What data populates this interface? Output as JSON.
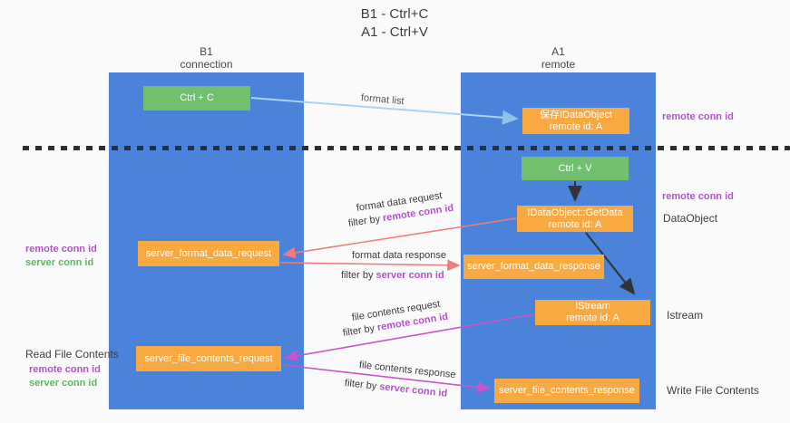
{
  "title": {
    "line1": "B1 - Ctrl+C",
    "line2": "A1 - Ctrl+V"
  },
  "lifelines": {
    "b1": {
      "name": "B1",
      "subtitle": "connection"
    },
    "a1": {
      "name": "A1",
      "subtitle": "remote"
    }
  },
  "boxes": {
    "ctrl_c": "Ctrl + C",
    "ctrl_v": "Ctrl + V",
    "save_idataobject": {
      "line1": "保存IDataObject",
      "line2": "remote id: A"
    },
    "getdata": {
      "line1": "IDataObject::GetData",
      "line2": "remote id: A"
    },
    "istream": {
      "line1": "IStream",
      "line2": "remote id: A"
    },
    "format_request": "server_format_data_request",
    "format_response": "server_format_data_response",
    "file_request": "server_file_contents_request",
    "file_response": "server_file_contents_response"
  },
  "arrow_labels": {
    "format_list": "format list",
    "format_data_request": "format data request",
    "format_data_request_filter": {
      "prefix": "filter by ",
      "value": "remote conn id"
    },
    "format_data_response": "format data response",
    "format_data_response_filter": {
      "prefix": "filter by ",
      "value": "server conn id"
    },
    "file_contents_request": "file contents request",
    "file_contents_request_filter": {
      "prefix": "filter by ",
      "value": "remote conn id"
    },
    "file_contents_response": "file contents response",
    "file_contents_response_filter": {
      "prefix": "filter by ",
      "value": "server conn id"
    }
  },
  "annotations": {
    "right_remote_conn_id_1": "remote conn id",
    "right_remote_conn_id_2": "remote conn id",
    "right_dataobject": "DataObject",
    "right_istream": "Istream",
    "right_write_file_contents": "Write File Contents",
    "left_read_file_contents": "Read File Contents",
    "left_remote_conn_id_1": "remote conn id",
    "left_server_conn_id_1": "server conn id",
    "left_remote_conn_id_2": "remote conn id",
    "left_server_conn_id_2": "server conn id"
  },
  "colors": {
    "lifeline_blue": "#4a83d9",
    "box_green": "#72bf70",
    "box_orange": "#f9a942",
    "annotation_purple": "#b153cc",
    "annotation_green": "#5cb860",
    "arrow_light_blue": "#a9d3f2",
    "arrow_red": "#ee7d7d",
    "arrow_magenta": "#cb54c8",
    "arrow_black": "#333333",
    "background": "#fafafa"
  }
}
